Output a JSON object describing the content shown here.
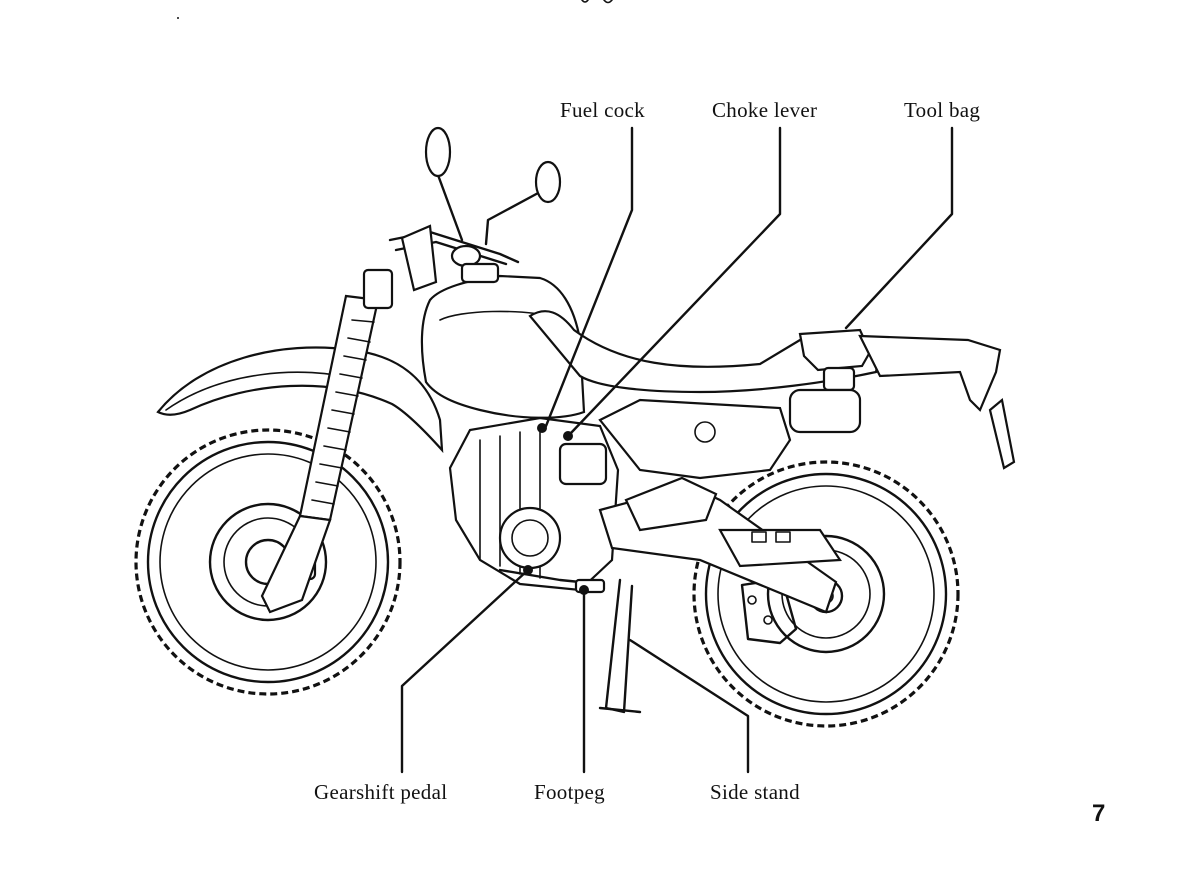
{
  "labels": {
    "fuel_cock": "Fuel cock",
    "choke_lever": "Choke lever",
    "tool_bag": "Tool bag",
    "gearshift_pedal": "Gearshift pedal",
    "footpeg": "Footpeg",
    "side_stand": "Side stand"
  },
  "page_number": "7"
}
